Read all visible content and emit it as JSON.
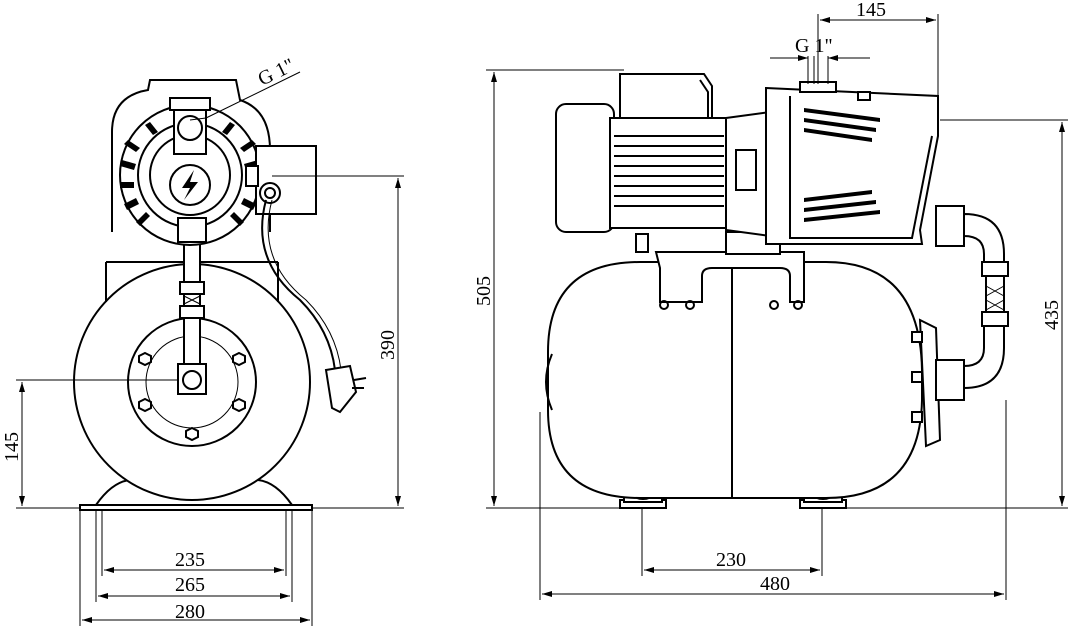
{
  "dimensions": {
    "front_thread": "G 1\"",
    "front_height": "390",
    "front_axis_height": "145",
    "front_width_inner": "235",
    "front_width_mid": "265",
    "front_width_outer": "280",
    "side_thread": "G 1\"",
    "side_offset_top": "145",
    "side_total_height": "505",
    "side_outlet_height": "435",
    "side_feet_spacing": "230",
    "side_total_length": "480"
  },
  "icons": {
    "lightning": "lightning-bolt-icon"
  }
}
